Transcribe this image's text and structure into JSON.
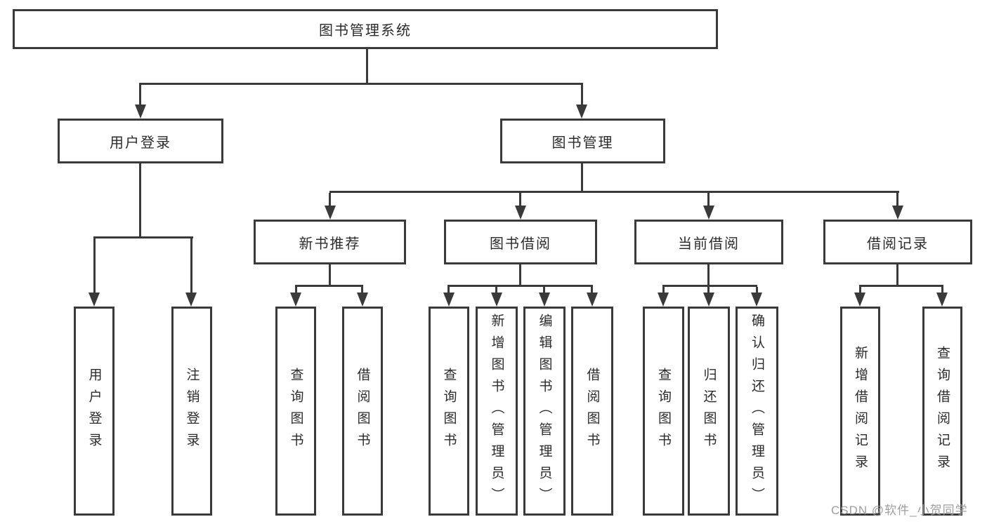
{
  "colors": {
    "line": "#3a3a3a",
    "text": "#2b2b2b",
    "watermark": "#9e9e9e",
    "bg": "#ffffff"
  },
  "diagram": {
    "root": {
      "label": "图书管理系统"
    },
    "branches": [
      {
        "id": "user-login",
        "label": "用户登录",
        "children": [
          "用户登录",
          "注销登录"
        ]
      },
      {
        "id": "book-management",
        "label": "图书管理",
        "groups": [
          {
            "id": "new-book-recommend",
            "label": "新书推荐",
            "children": [
              "查询图书",
              "借阅图书"
            ]
          },
          {
            "id": "book-borrow",
            "label": "图书借阅",
            "children": [
              "查询图书",
              "新增图书（管理员）",
              "编辑图书（管理员）",
              "借阅图书"
            ]
          },
          {
            "id": "current-borrow",
            "label": "当前借阅",
            "children": [
              "查询图书",
              "归还图书",
              "确认归还（管理员）"
            ]
          },
          {
            "id": "borrow-records",
            "label": "借阅记录",
            "children": [
              "新增借阅记录",
              "查询借阅记录"
            ]
          }
        ]
      }
    ],
    "watermark": "CSDN @软件_小贺同学"
  }
}
